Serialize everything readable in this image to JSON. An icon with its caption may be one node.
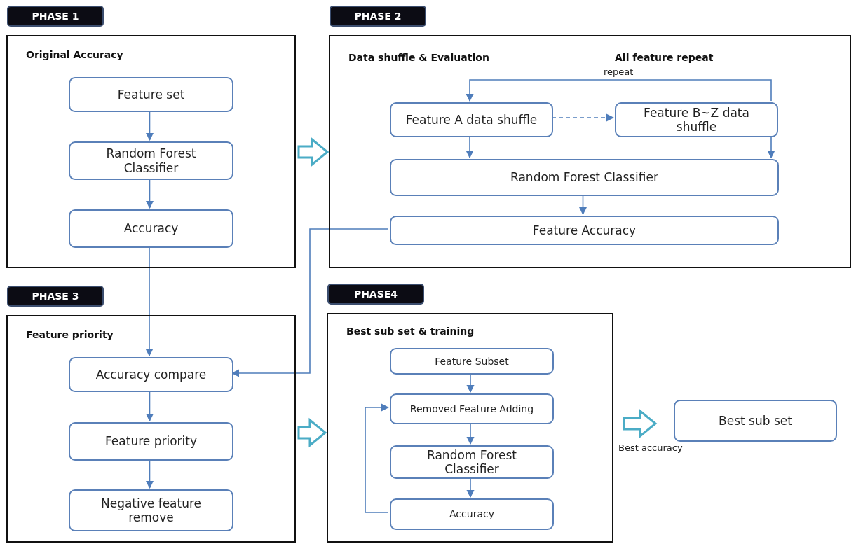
{
  "diagram": {
    "nodes": [
      {
        "text": [
          "PHASE 1",
          "Original Accuracy"
        ]
      },
      {
        "text": [
          "Feature set"
        ],
        "in": 0
      },
      {
        "text": [
          "Random Forest Classifier"
        ],
        "in": 0
      },
      {
        "text": [
          "Accuracy"
        ],
        "in": 0
      },
      {
        "text": [
          "PHASE 2",
          "Data shuffle & Evaluation",
          "All feature repeat"
        ]
      },
      {
        "text": [
          "Feature A data shuffle"
        ],
        "in": 4
      },
      {
        "text": [
          "Feature B~Z data shuffle"
        ],
        "in": 4
      },
      {
        "text": [
          "Random Forest Classifier"
        ],
        "in": 4
      },
      {
        "text": [
          "Feature Accuracy"
        ],
        "in": 4
      },
      {
        "text": [
          "PHASE 3",
          "Feature priority"
        ]
      },
      {
        "text": [
          "Accuracy compare"
        ],
        "in": 9
      },
      {
        "text": [
          "Feature priority"
        ],
        "in": 9
      },
      {
        "text": [
          "Negative feature remove"
        ],
        "in": 9
      },
      {
        "text": [
          "PHASE4",
          "Best sub set & training"
        ]
      },
      {
        "text": [
          "Feature Subset"
        ],
        "in": 13
      },
      {
        "text": [
          "Removed Feature Adding"
        ],
        "in": 13
      },
      {
        "text": [
          "Random Forest Classifier"
        ],
        "in": 13
      },
      {
        "text": [
          "Accuracy"
        ],
        "in": 13
      },
      {
        "text": [
          "Best sub set"
        ]
      }
    ],
    "edges": [
      {
        "from": 1,
        "to": 2,
        "arrow": "to"
      },
      {
        "from": 2,
        "to": 3,
        "arrow": "to"
      },
      {
        "from": 0,
        "to": 4,
        "arrow": "to",
        "style": "thick",
        "color": "#4bacc6"
      },
      {
        "from": 6,
        "to": 5,
        "arrow": "to",
        "label": "repeat"
      },
      {
        "from": 5,
        "to": 6,
        "arrow": "to",
        "style": "dashed"
      },
      {
        "from": 5,
        "to": 7,
        "arrow": "to"
      },
      {
        "from": 6,
        "to": 7,
        "arrow": "to"
      },
      {
        "from": 7,
        "to": 8,
        "arrow": "to"
      },
      {
        "from": 3,
        "to": 10,
        "arrow": "to"
      },
      {
        "from": 8,
        "to": 10,
        "arrow": "to"
      },
      {
        "from": 10,
        "to": 11,
        "arrow": "to"
      },
      {
        "from": 11,
        "to": 12,
        "arrow": "to"
      },
      {
        "from": 9,
        "to": 13,
        "arrow": "to",
        "style": "thick",
        "color": "#4bacc6"
      },
      {
        "from": 14,
        "to": 15,
        "arrow": "to"
      },
      {
        "from": 15,
        "to": 16,
        "arrow": "to"
      },
      {
        "from": 16,
        "to": 17,
        "arrow": "to"
      },
      {
        "from": 17,
        "to": 15,
        "arrow": "to"
      },
      {
        "from": 13,
        "to": 18,
        "arrow": "to",
        "style": "thick",
        "color": "#4bacc6",
        "label": "Best accuracy"
      }
    ]
  }
}
